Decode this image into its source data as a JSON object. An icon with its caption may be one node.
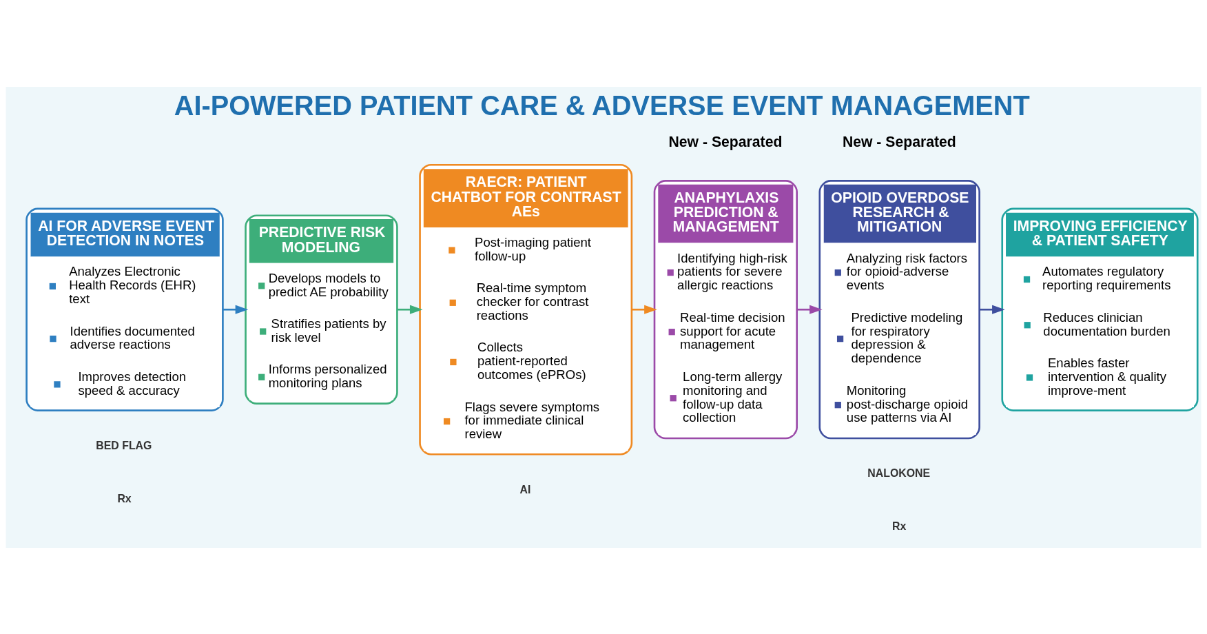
{
  "diagram": {
    "title": "AI-POWERED PATIENT CARE & ADVERSE EVENT MANAGEMENT",
    "nodes": [
      {
        "text": [
          "AI FOR ADVERSE EVENT DETECTION IN NOTES",
          "Analyzes Electronic Health Records (EHR) text",
          "Identifies documented adverse reactions",
          "Improves detection speed & accuracy"
        ]
      },
      {
        "text": [
          "PREDICTIVE RISK MODELING",
          "Develops models to predict AE probability",
          "Stratifies patients by risk level",
          "Informs personalized monitoring plans"
        ]
      },
      {
        "text": [
          "RAECR: PATIENT CHATBOT FOR CONTRAST AEs",
          "Post-imaging patient follow-up",
          "Real-time symptom checker for contrast reactions",
          "Collects patient-reported outcomes (ePROs)",
          "Flags severe symptoms for immediate clinical review"
        ]
      },
      {
        "text": [
          "ANAPHYLAXIS PREDICTION & MANAGEMENT",
          "Identifying high-risk patients for severe allergic reactions",
          "Real-time decision support for acute management",
          "Long-term allergy monitoring and follow-up data collection"
        ],
        "beside": [
          "New - Separated"
        ]
      },
      {
        "text": [
          "OPIOID OVERDOSE RESEARCH & MITIGATION",
          "Analyzing risk factors for opioid-adverse events",
          "Predictive modeling for respiratory depression & dependence",
          "Monitoring post-discharge opioid use patterns via AI"
        ],
        "beside": [
          "New - Separated"
        ]
      },
      {
        "text": [
          "IMPROVING EFFICIENCY & PATIENT SAFETY",
          "Automates regulatory reporting requirements",
          "Reduces clinician documentation burden",
          "Enables faster intervention & quality improve-ment"
        ]
      }
    ],
    "edges": [
      {
        "from": 0,
        "to": 1,
        "arrow": "to",
        "color": "#2e7fc1"
      },
      {
        "from": 1,
        "to": 2,
        "arrow": "to",
        "color": "#3dae7a"
      },
      {
        "from": 2,
        "to": 3,
        "arrow": "to",
        "color": "#ef8a22"
      },
      {
        "from": 3,
        "to": 4,
        "arrow": "to",
        "color": "#9b4aa8"
      },
      {
        "from": 4,
        "to": 5,
        "arrow": "to",
        "color": "#3f4f9e"
      }
    ],
    "labels": [
      "Rx",
      "BED FLAG",
      "AI",
      "Rx",
      "NALOKONE"
    ]
  }
}
